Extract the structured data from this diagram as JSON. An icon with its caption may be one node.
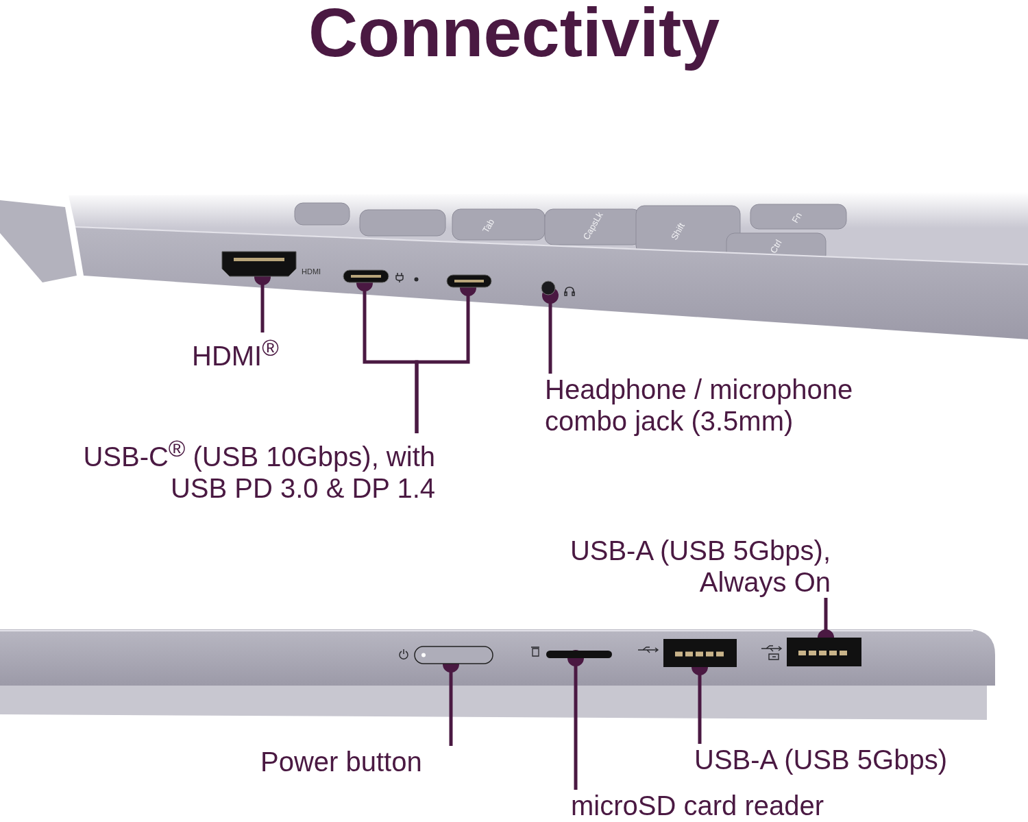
{
  "diagram": {
    "title": "Connectivity",
    "nodes": [
      {
        "text": [
          "HDMI$^{®}$"
        ]
      },
      {
        "text": [
          "USB-C$^{®}$ (USB 10Gbps), with USB PD 3.0 & DP 1.4"
        ]
      },
      {
        "text": [
          "Headphone / microphone combo jack (3.5mm)"
        ]
      },
      {
        "text": [
          "USB-A (USB 5Gbps), Always On"
        ]
      },
      {
        "text": [
          "Power button"
        ]
      },
      {
        "text": [
          "microSD card reader"
        ]
      },
      {
        "text": [
          "USB-A (USB 5Gbps)"
        ]
      },
      {
        "text": [],
        "shape": "box"
      },
      {
        "text": [],
        "shape": "box"
      },
      {
        "text": [],
        "shape": "box"
      },
      {
        "text": [],
        "shape": "circle"
      },
      {
        "text": [],
        "shape": "box"
      },
      {
        "text": [],
        "shape": "box"
      },
      {
        "text": [],
        "shape": "box"
      },
      {
        "text": [],
        "shape": "box"
      }
    ],
    "edges": [
      {
        "from": 0,
        "to": 7,
        "arrow": "other"
      },
      {
        "from": 1,
        "to": 8,
        "arrow": "other"
      },
      {
        "from": 1,
        "to": 9,
        "arrow": "other"
      },
      {
        "from": 2,
        "to": 10,
        "arrow": "other"
      },
      {
        "from": 3,
        "to": 14,
        "arrow": "other"
      },
      {
        "from": 4,
        "to": 11,
        "arrow": "other"
      },
      {
        "from": 5,
        "to": 12,
        "arrow": "other"
      },
      {
        "from": 6,
        "to": 13,
        "arrow": "other"
      }
    ],
    "labels": [
      "Tab",
      "CapsLk",
      "Shift",
      "Fn",
      "Ctrl",
      "HDMI"
    ]
  }
}
